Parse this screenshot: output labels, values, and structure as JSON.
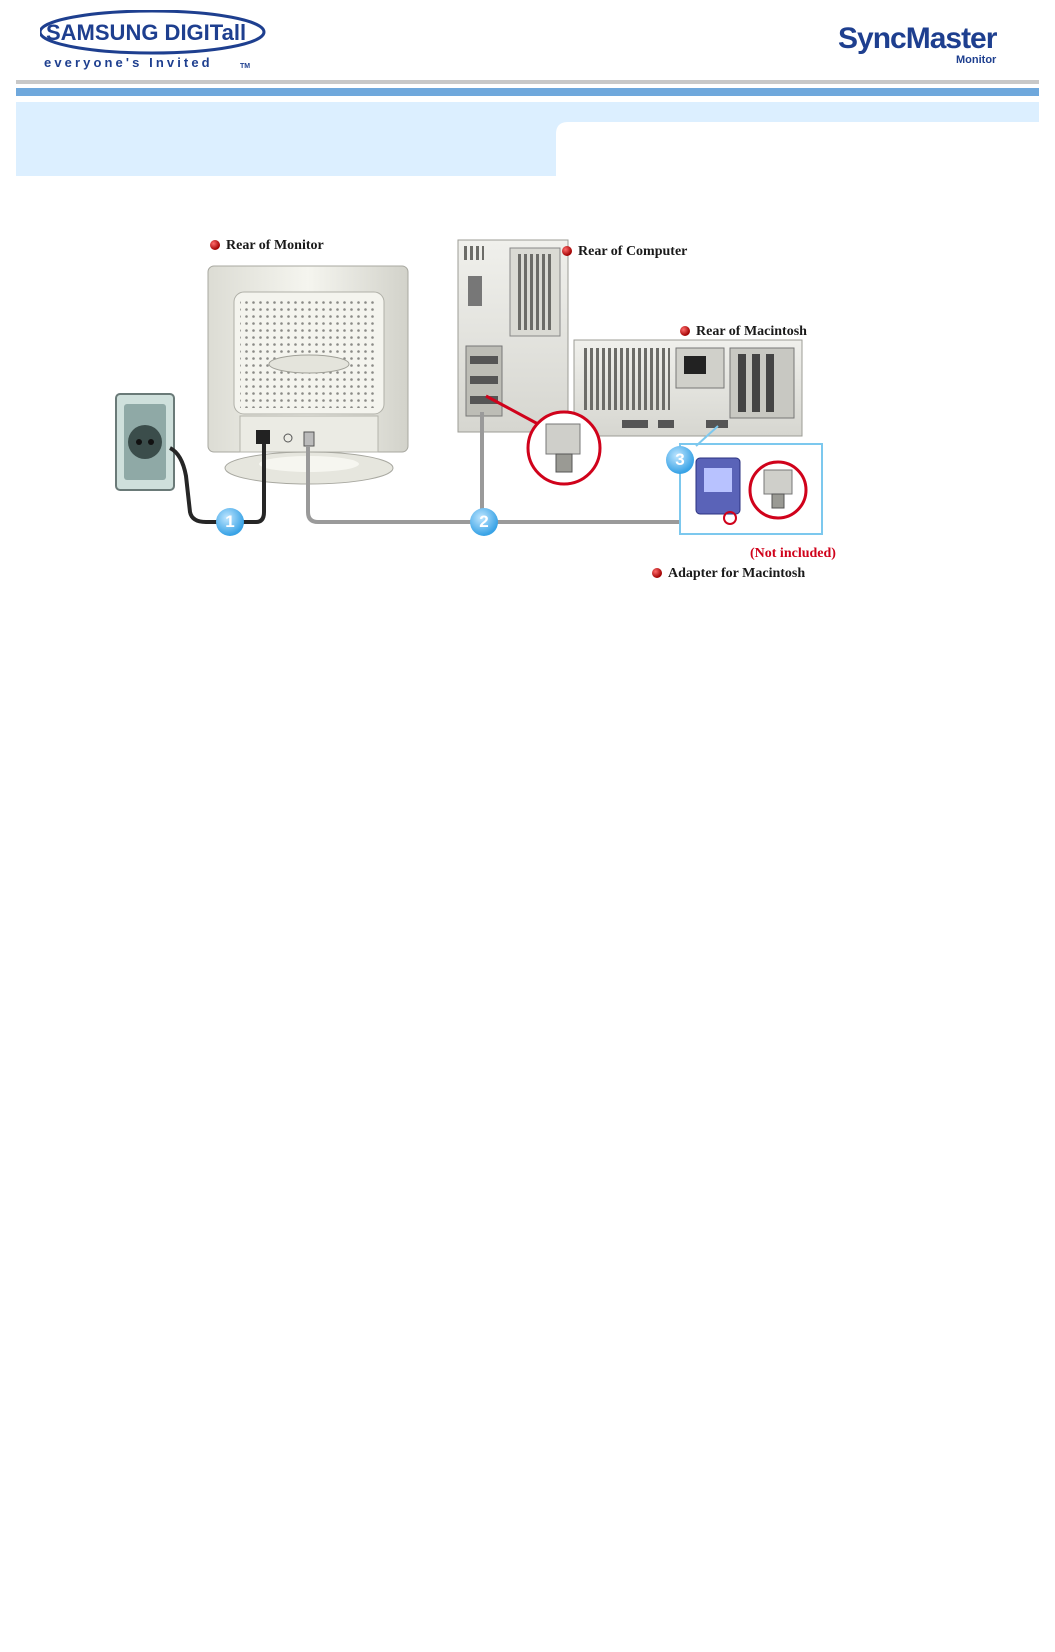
{
  "header": {
    "brand_name": "SAMSUNG DIGITall",
    "brand_tagline": "everyone's Invited",
    "brand_tagline_mark": "TM",
    "product_name": "SyncMaster",
    "product_sub": "Monitor"
  },
  "diagram": {
    "labels": {
      "rear_monitor": "Rear of Monitor",
      "rear_computer": "Rear of Computer",
      "rear_mac": "Rear of  Macintosh",
      "not_included": "(Not included)",
      "adapter_mac": "Adapter for Macintosh"
    },
    "steps": [
      "1",
      "2",
      "3"
    ]
  },
  "colors": {
    "brand_blue": "#1e3f8f",
    "banner_light": "#dcefff",
    "rule_blue": "#6fa8dc",
    "cable": "#9a9a9a",
    "badge": "#39a3e6",
    "accent_red": "#d0021b"
  }
}
